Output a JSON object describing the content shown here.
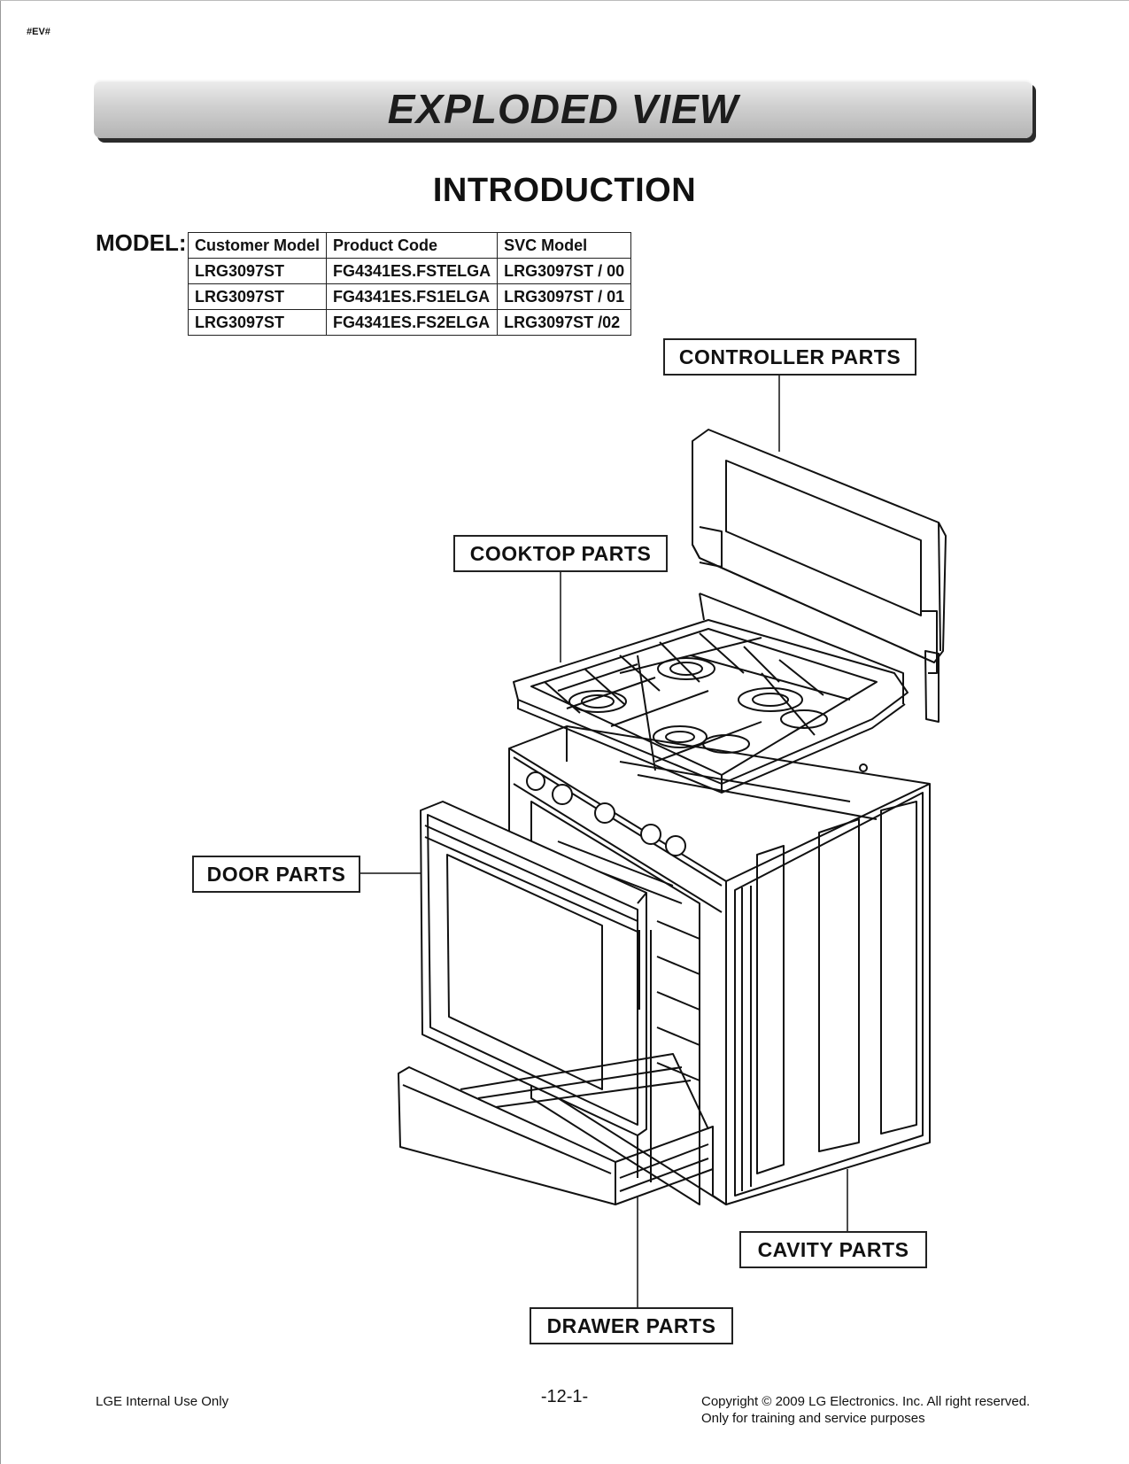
{
  "page_tag": "#EV#",
  "header": {
    "title": "EXPLODED VIEW"
  },
  "section_title": "INTRODUCTION",
  "model": {
    "label": "MODEL:",
    "columns": [
      "Customer Model",
      "Product Code",
      "SVC Model"
    ],
    "rows": [
      [
        "LRG3097ST",
        "FG4341ES.FSTELGA",
        "LRG3097ST / 00"
      ],
      [
        "LRG3097ST",
        "FG4341ES.FS1ELGA",
        "LRG3097ST / 01"
      ],
      [
        "LRG3097ST",
        "FG4341ES.FS2ELGA",
        "LRG3097ST /02"
      ]
    ]
  },
  "callouts": {
    "controller": "CONTROLLER PARTS",
    "cooktop": "COOKTOP PARTS",
    "door": "DOOR PARTS",
    "cavity": "CAVITY PARTS",
    "drawer": "DRAWER PARTS"
  },
  "footer": {
    "left": "LGE Internal Use Only",
    "page_number": "-12-1-",
    "copyright_line1": "Copyright © 2009 LG Electronics. Inc. All right reserved.",
    "copyright_line2": "Only for training and service purposes"
  }
}
